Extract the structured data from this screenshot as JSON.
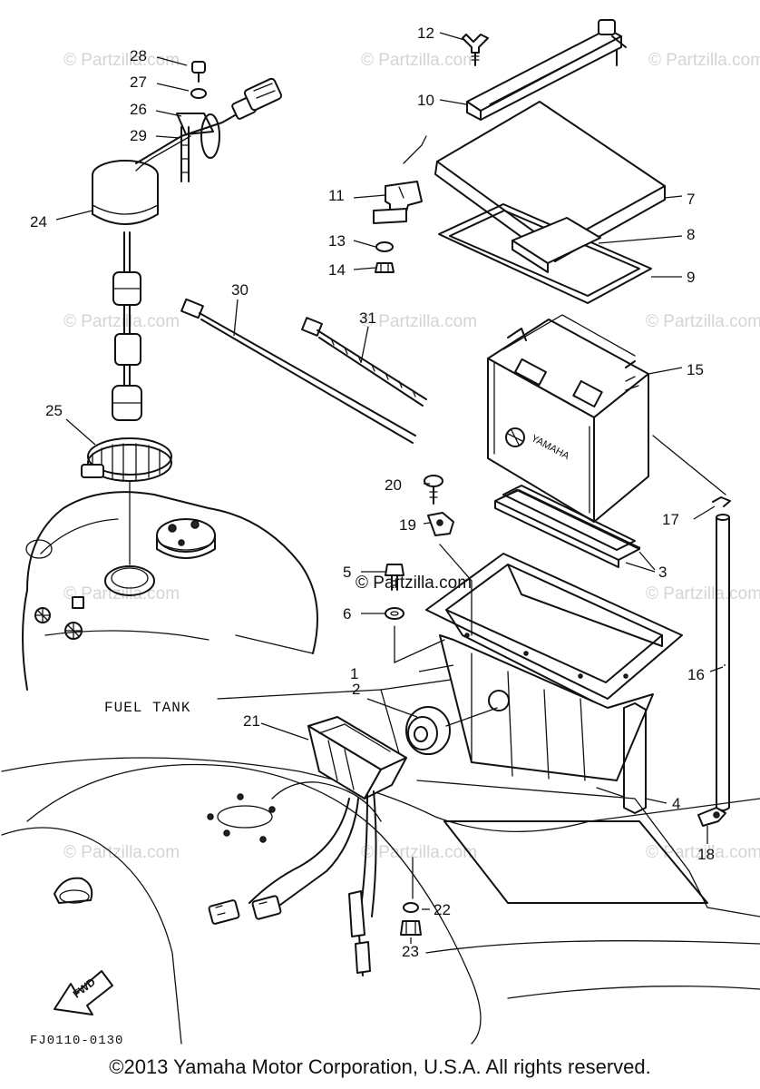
{
  "callouts": [
    "1",
    "2",
    "3",
    "4",
    "5",
    "6",
    "7",
    "8",
    "9",
    "10",
    "11",
    "12",
    "13",
    "14",
    "15",
    "16",
    "17",
    "18",
    "19",
    "20",
    "21",
    "22",
    "23",
    "24",
    "25",
    "26",
    "27",
    "28",
    "29",
    "30",
    "31"
  ],
  "labels": {
    "fuel_tank": "FUEL TANK",
    "fwd": "FWD",
    "diagram_code": "FJ0110-0130",
    "battery_brand": "YAMAHA"
  },
  "watermark": {
    "corner": "© Partzilla.com",
    "center": "© Partzilla.com"
  },
  "footer": {
    "copyright": "©2013  Yamaha Motor Corporation, U.S.A. All rights reserved."
  },
  "colors": {
    "line": "#111111",
    "background": "#ffffff",
    "watermark": "#d4d4d4"
  }
}
